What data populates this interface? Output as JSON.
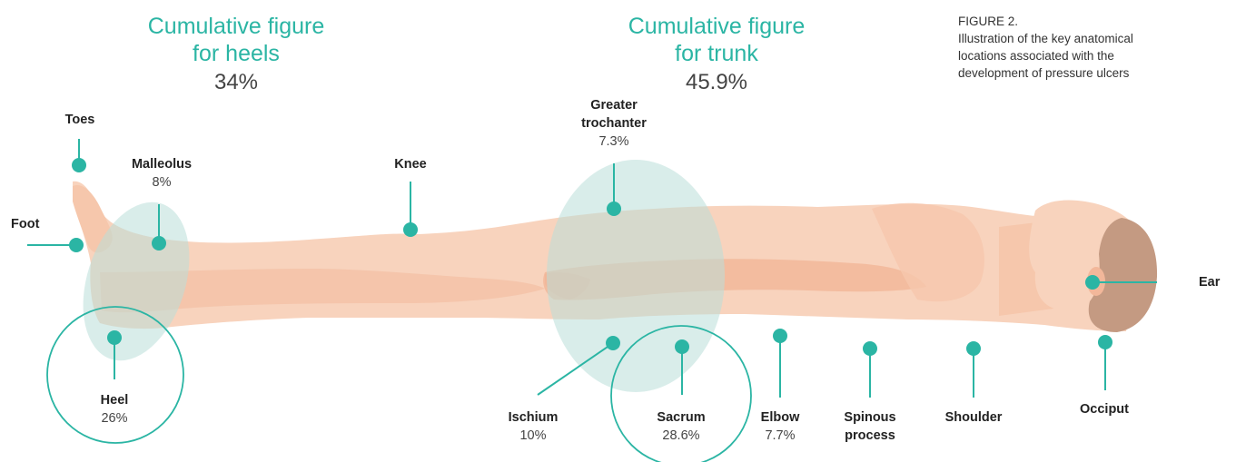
{
  "headers": {
    "heels": {
      "title_line1": "Cumulative figure",
      "title_line2": "for heels",
      "value": "34%"
    },
    "trunk": {
      "title_line1": "Cumulative figure",
      "title_line2": "for trunk",
      "value": "45.9%"
    }
  },
  "caption": {
    "line1": "FIGURE 2.",
    "line2": "Illustration of the key anatomical",
    "line3": "locations associated with the",
    "line4": "development of pressure ulcers"
  },
  "labels": {
    "toes": {
      "name": "Toes"
    },
    "malleolus": {
      "name": "Malleolus",
      "value": "8%"
    },
    "foot": {
      "name": "Foot"
    },
    "knee": {
      "name": "Knee"
    },
    "greater_trochanter": {
      "name_line1": "Greater",
      "name_line2": "trochanter",
      "value": "7.3%"
    },
    "heel": {
      "name": "Heel",
      "value": "26%"
    },
    "ischium": {
      "name": "Ischium",
      "value": "10%"
    },
    "sacrum": {
      "name": "Sacrum",
      "value": "28.6%"
    },
    "elbow": {
      "name": "Elbow",
      "value": "7.7%"
    },
    "spinous_process": {
      "name_line1": "Spinous",
      "name_line2": "process"
    },
    "shoulder": {
      "name": "Shoulder"
    },
    "occiput": {
      "name": "Occiput"
    },
    "ear": {
      "name": "Ear"
    }
  },
  "colors": {
    "accent": "#2bb5a4",
    "skin": "#f8d3bd",
    "skin_dark": "#f2b79a",
    "hair": "#c49a82",
    "zone": "#b9dfd8"
  }
}
